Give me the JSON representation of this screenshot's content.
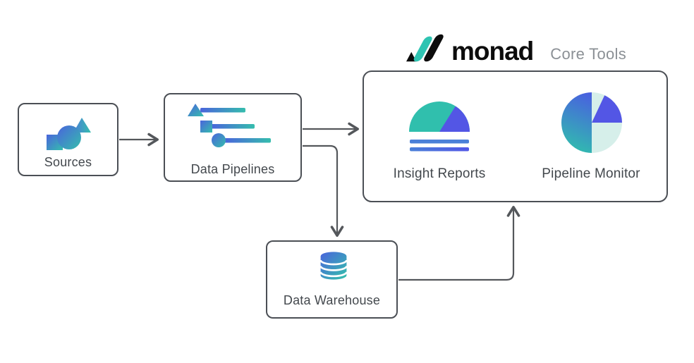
{
  "brand": {
    "name": "monad",
    "suffix": "Core Tools"
  },
  "diagram": {
    "sources": {
      "label": "Sources",
      "icon": "shapes-cluster-icon"
    },
    "data_pipelines": {
      "label": "Data Pipelines",
      "icon": "timeline-shapes-icon"
    },
    "data_warehouse": {
      "label": "Data Warehouse",
      "icon": "database-icon"
    },
    "core_tools": {
      "caption": "Core Tools",
      "tools": [
        {
          "label": "Insight Reports",
          "icon": "dome-chart-icon"
        },
        {
          "label": "Pipeline Monitor",
          "icon": "pie-chart-icon"
        }
      ]
    },
    "connections": [
      {
        "from": "sources",
        "to": "data_pipelines",
        "style": "arrow-right"
      },
      {
        "from": "data_pipelines",
        "to": "core_tools",
        "style": "arrow-right"
      },
      {
        "from": "data_pipelines",
        "to": "data_warehouse",
        "style": "elbow-down-arrow"
      },
      {
        "from": "data_warehouse",
        "to": "core_tools",
        "style": "elbow-up-arrow"
      }
    ]
  },
  "colors": {
    "accent_blue": "#4A64DC",
    "accent_teal": "#35BDAD",
    "accent_indigo": "#5356E5",
    "steel_blue": "#4A80D8",
    "pale_mint": "#D6EFEA",
    "dome_teal": "#30BFAD",
    "wire_gray": "#54575B",
    "border_gray": "#4B4F55",
    "text_dark": "#43484D",
    "text_gray": "#8B9095",
    "logo_black": "#0C0C0C"
  }
}
